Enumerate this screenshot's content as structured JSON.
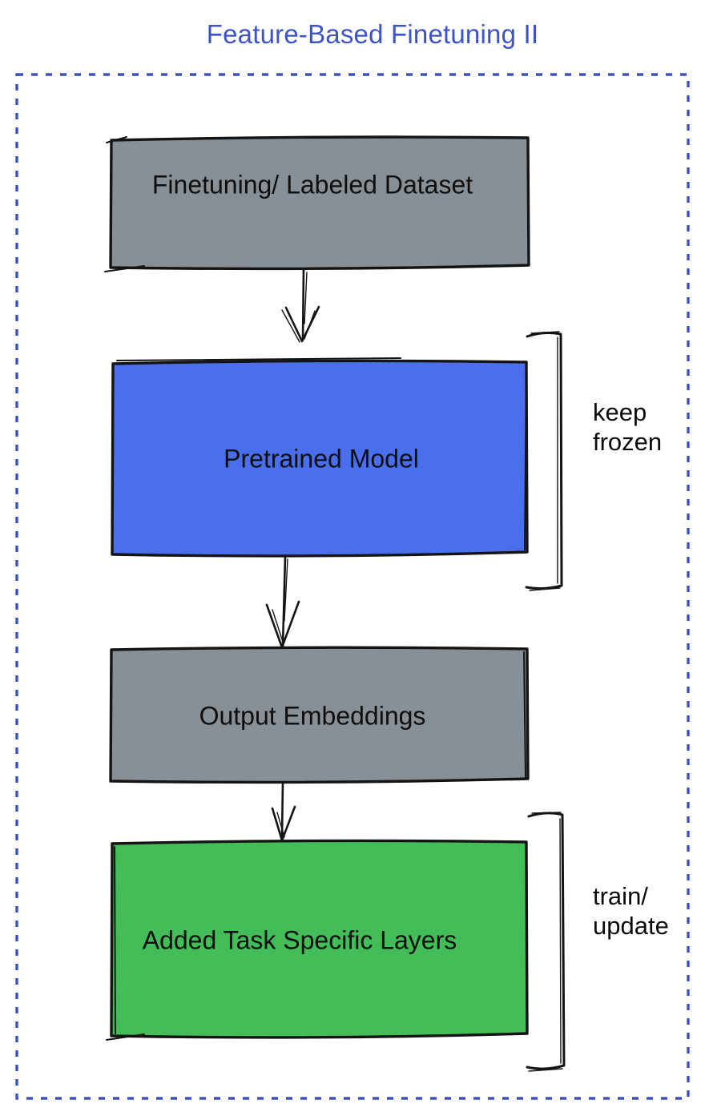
{
  "title": "Feature-Based Finetuning II",
  "colors": {
    "title_text": "#3c53c9",
    "dotted_border": "#3a52c4",
    "box_gray": "#879097",
    "box_blue": "#4a6fed",
    "box_green": "#43bd58",
    "ink": "#141414",
    "label_text": "#0e0e0e"
  },
  "nodes": [
    {
      "id": "dataset",
      "label": "Finetuning/ Labeled Dataset",
      "fill": "gray"
    },
    {
      "id": "pretrained",
      "label": "Pretrained Model",
      "fill": "blue"
    },
    {
      "id": "embeddings",
      "label": "Output Embeddings",
      "fill": "gray"
    },
    {
      "id": "task_layers",
      "label": "Added Task Specific Layers",
      "fill": "green"
    }
  ],
  "flow": [
    {
      "from": "dataset",
      "to": "pretrained"
    },
    {
      "from": "pretrained",
      "to": "embeddings"
    },
    {
      "from": "embeddings",
      "to": "task_layers"
    }
  ],
  "annotations": [
    {
      "line1": "keep",
      "line2": "frozen",
      "applies_to": "pretrained"
    },
    {
      "line1": "train/",
      "line2": "update",
      "applies_to": "task_layers"
    }
  ]
}
